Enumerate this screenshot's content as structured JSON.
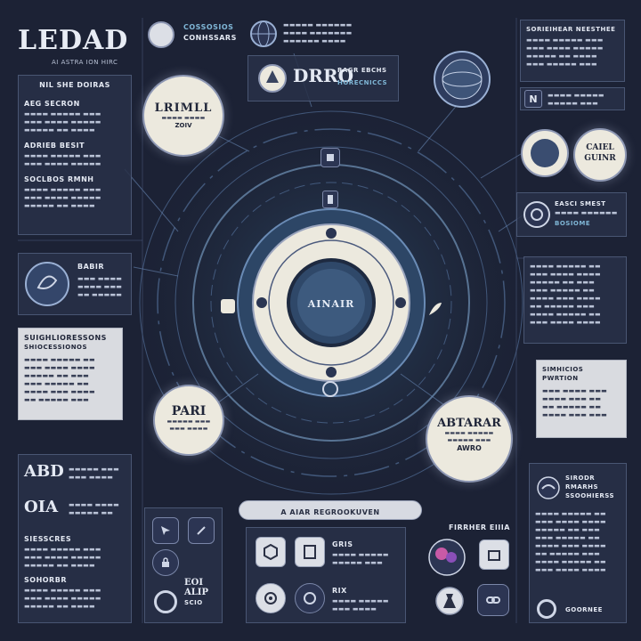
{
  "logo": {
    "title": "LEDAD",
    "subtitle": "AI ASTRA ION HIRC"
  },
  "center": {
    "label": "AINAIR"
  },
  "bar_label": "A AIAR REGROOKUVEN",
  "badges": {
    "top_left": {
      "title": "LRIMLL",
      "sub": "ZOIV"
    },
    "right_pair": {
      "title": "CAIEL GUINR"
    },
    "bottom_left": {
      "title": "PARI"
    },
    "bottom_right": {
      "title": "ABTARAR",
      "sub": "AWRO"
    }
  },
  "panels": {
    "left_top": {
      "title": "NIL SHE DOIRAS",
      "head1": "AEG SECRON",
      "head2": "ADRIEB BESIT",
      "head3": "SOCLBOS RMNH"
    },
    "left_mid": {
      "title": "BABIR"
    },
    "left_light": {
      "title": "SUIGHLIORESSONS",
      "sub": "SHIOCESSIONOS"
    },
    "left_bottom": {
      "big1": "ABD",
      "big2": "OIA",
      "head1": "SIESSCRES",
      "head2": "SOHORBR"
    },
    "top_center": {
      "title1": "COSSOSIOS",
      "title2": "CONHSSARS"
    },
    "top_mid": {
      "big": "DRRO",
      "title": "RAGR EBCHS",
      "sub": "HORECNICCS"
    },
    "right_top": {
      "title": "SORIEIHEAR NEESTHEE"
    },
    "right_n": {
      "title": "N"
    },
    "right_mid": {
      "title": "EASCI SMEST",
      "sub": "BOSIOME"
    },
    "right_light": {
      "title": "SIMHICIOS",
      "sub": "PWRTION"
    },
    "right_bottom": {
      "title1": "SIRODR",
      "title2": "RMARHS",
      "title3": "SSOOHIERSS",
      "footer": "GOORNEE"
    },
    "bottom_mid_a": {
      "big": "EOI ALIP",
      "head": "SCIO"
    },
    "bottom_mid_b": {
      "title": "GRIS",
      "sub": "RIX"
    },
    "bottom_mid_c": {
      "title": "FIRRHER EIIIA"
    }
  },
  "colors": {
    "background": "#1c2235",
    "panel": "#283048",
    "accent": "#5fa8c8",
    "cream": "#ece9de"
  }
}
